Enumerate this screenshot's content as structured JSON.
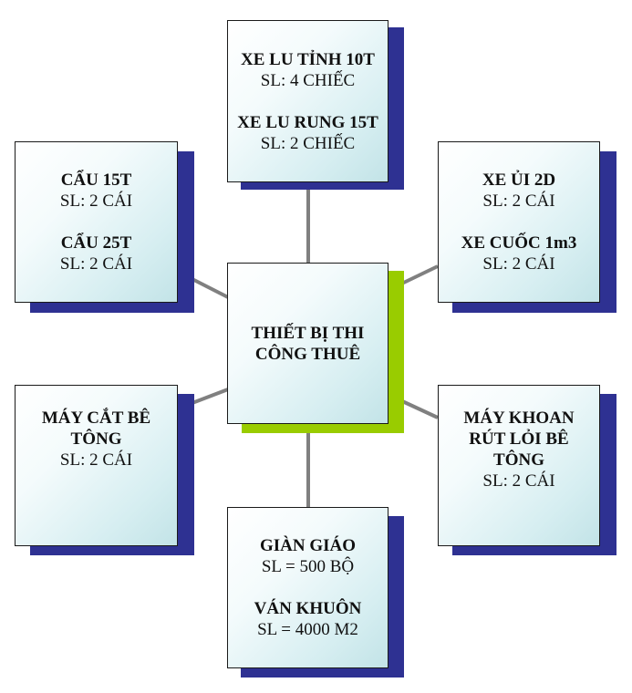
{
  "center": {
    "title_line1": "THIẾT BỊ THI",
    "title_line2": "CÔNG THUÊ"
  },
  "nodes": {
    "top": {
      "item1_title": "XE LU TỈNH 10T",
      "item1_qty": "SL: 4 CHIẾC",
      "item2_title": "XE LU RUNG 15T",
      "item2_qty": "SL: 2 CHIẾC"
    },
    "top_left": {
      "item1_title": "CẨU 15T",
      "item1_qty": "SL: 2 CÁI",
      "item2_title": "CẨU 25T",
      "item2_qty": "SL: 2 CÁI"
    },
    "top_right": {
      "item1_title": "XE ỦI 2D",
      "item1_qty": "SL: 2 CÁI",
      "item2_title": "XE CUỐC 1m3",
      "item2_qty": "SL: 2 CÁI"
    },
    "bottom_left": {
      "title_line1": "MÁY CẮT BÊ",
      "title_line2": "TÔNG",
      "qty": "SL: 2 CÁI"
    },
    "bottom_right": {
      "title_line1": "MÁY KHOAN",
      "title_line2": "RÚT LỎI BÊ",
      "title_line3": "TÔNG",
      "qty": "SL: 2 CÁI"
    },
    "bottom": {
      "item1_title": "GIÀN GIÁO",
      "item1_qty": "SL = 500 BỘ",
      "item2_title": "VÁN KHUÔN",
      "item2_qty": "SL = 4000 M2"
    }
  },
  "colors": {
    "box_fill_light": "#ffffff",
    "box_fill_tint": "#c2e3e7",
    "outer_shadow": "#2e3192",
    "center_shadow": "#99cc00",
    "connector": "#808080"
  }
}
